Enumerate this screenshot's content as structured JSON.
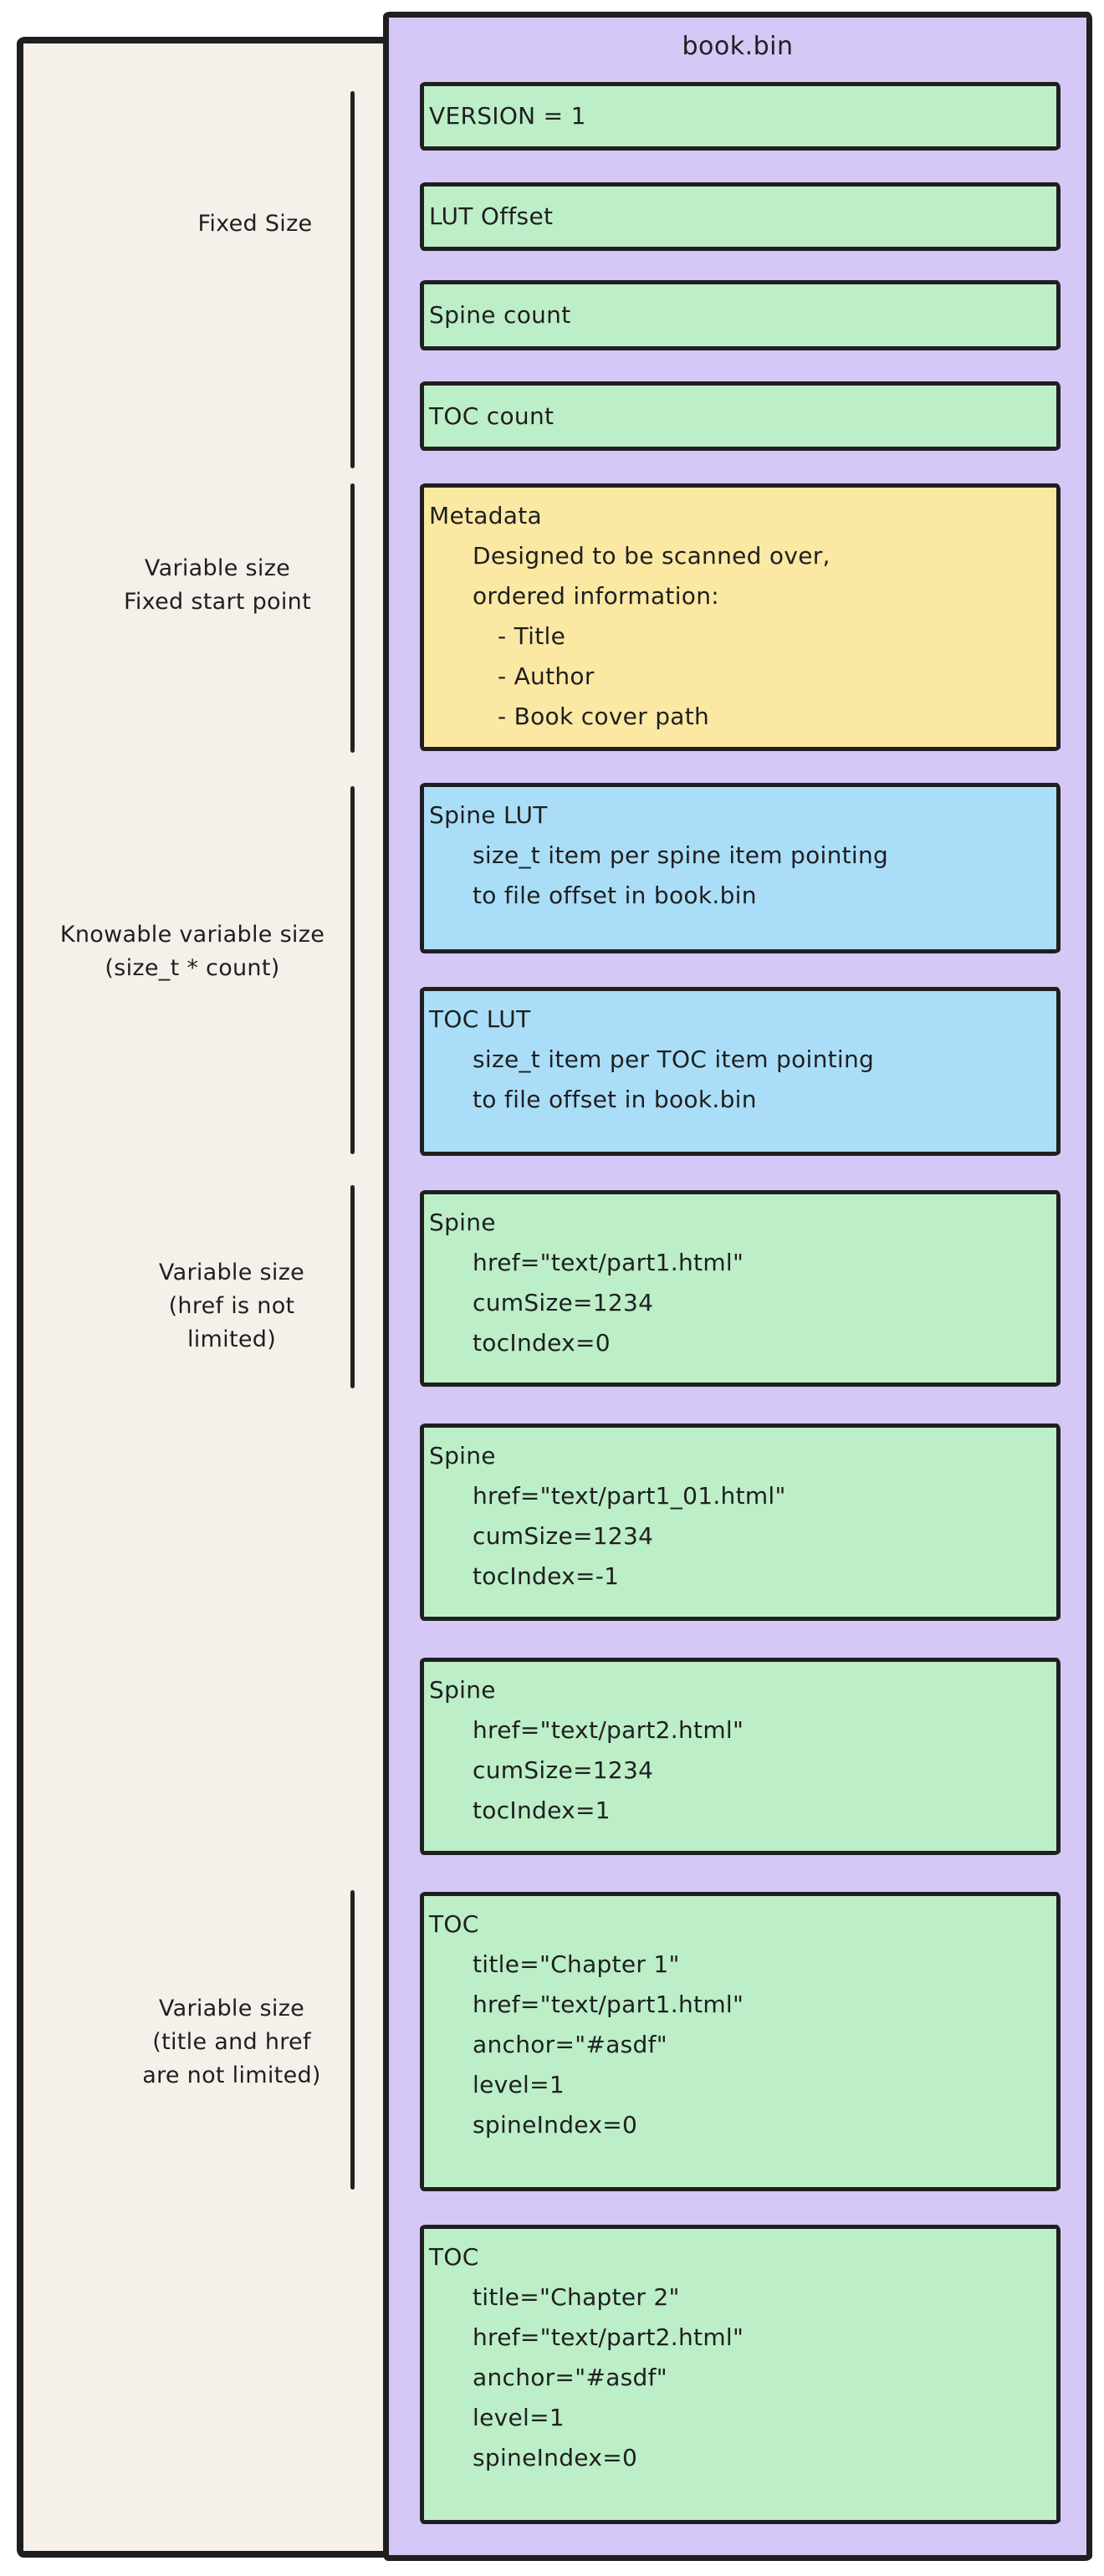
{
  "title": "book.bin",
  "colors": {
    "ink": "#1f1f1f",
    "canvas_bg": "#ffffff",
    "left_panel_bg": "#f6f0ea",
    "container_bg": "#d5c8f7",
    "field_green": "#bceec8",
    "metadata_yellow": "#fbe8a3",
    "lut_blue": "#aadef8"
  },
  "side_labels": [
    {
      "lines": [
        "Fixed Size"
      ]
    },
    {
      "lines": [
        "Variable size",
        "Fixed start point"
      ]
    },
    {
      "lines": [
        "Knowable variable size",
        "(size_t * count)"
      ]
    },
    {
      "lines": [
        "Variable size",
        "(href is not",
        "limited)"
      ]
    },
    {
      "lines": [
        "Variable size",
        "(title and href",
        "are not limited)"
      ]
    }
  ],
  "boxes": [
    {
      "kind": "header-field",
      "color": "green",
      "lines": [
        "VERSION = 1"
      ]
    },
    {
      "kind": "header-field",
      "color": "green",
      "lines": [
        "LUT Offset"
      ]
    },
    {
      "kind": "header-field",
      "color": "green",
      "lines": [
        "Spine count"
      ]
    },
    {
      "kind": "header-field",
      "color": "green",
      "lines": [
        "TOC count"
      ]
    },
    {
      "kind": "metadata",
      "color": "yellow",
      "lines": [
        "Metadata",
        "Designed to be scanned over,",
        "ordered information:",
        "- Title",
        "- Author",
        "- Book cover path"
      ]
    },
    {
      "kind": "lut",
      "color": "blue",
      "lines": [
        "Spine LUT",
        "size_t item per spine item pointing",
        "to file offset in book.bin"
      ]
    },
    {
      "kind": "lut",
      "color": "blue",
      "lines": [
        "TOC LUT",
        "size_t item per TOC item pointing",
        "to file offset in book.bin"
      ]
    },
    {
      "kind": "spine-entry",
      "color": "green",
      "lines": [
        "Spine",
        "href=\"text/part1.html\"",
        "cumSize=1234",
        "tocIndex=0"
      ]
    },
    {
      "kind": "spine-entry",
      "color": "green",
      "lines": [
        "Spine",
        "href=\"text/part1_01.html\"",
        "cumSize=1234",
        "tocIndex=-1"
      ]
    },
    {
      "kind": "spine-entry",
      "color": "green",
      "lines": [
        "Spine",
        "href=\"text/part2.html\"",
        "cumSize=1234",
        "tocIndex=1"
      ]
    },
    {
      "kind": "toc-entry",
      "color": "green",
      "lines": [
        "TOC",
        "title=\"Chapter 1\"",
        "href=\"text/part1.html\"",
        "anchor=\"#asdf\"",
        "level=1",
        "spineIndex=0"
      ]
    },
    {
      "kind": "toc-entry",
      "color": "green",
      "lines": [
        "TOC",
        "title=\"Chapter 2\"",
        "href=\"text/part2.html\"",
        "anchor=\"#asdf\"",
        "level=1",
        "spineIndex=0"
      ]
    }
  ]
}
